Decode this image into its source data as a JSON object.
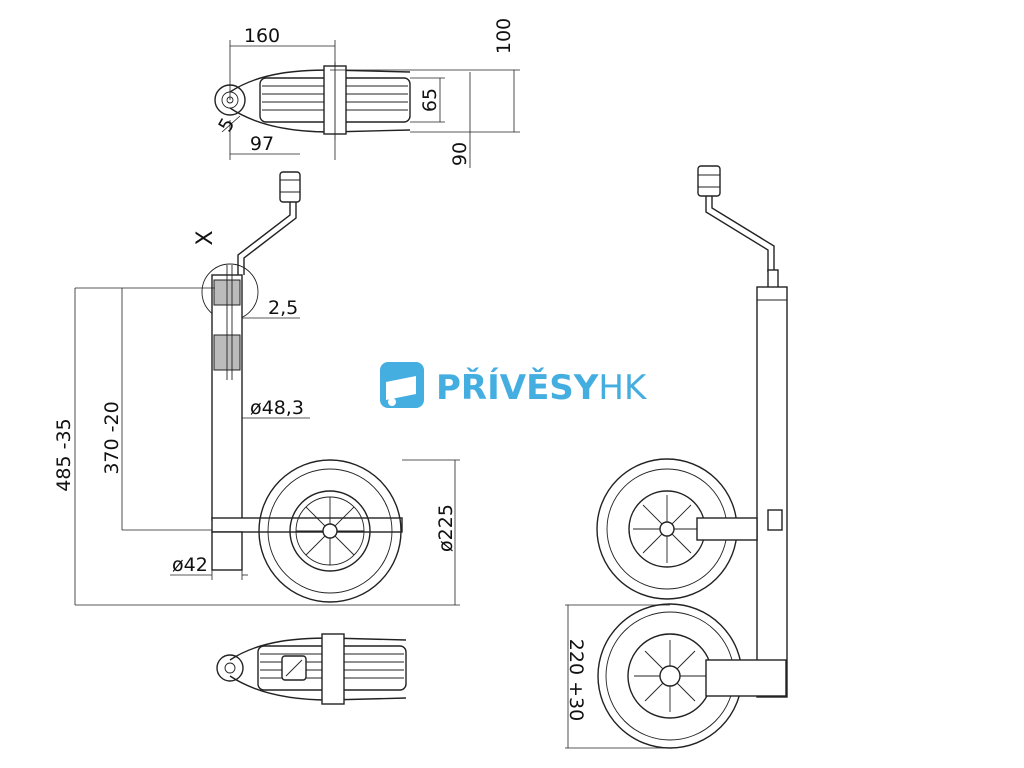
{
  "brand": {
    "name_bold": "PŘÍVĚSY",
    "name_light": "HK",
    "color": "#45aee0"
  },
  "dimensions": {
    "d160": "160",
    "d100": "100",
    "d65": "65",
    "d5": "5",
    "d90": "90",
    "d97": "97",
    "x_label": "X",
    "d2_5": "2,5",
    "d48_3": "ø48,3",
    "d485": "485 -35",
    "d370": "370 -20",
    "d225": "ø225",
    "d42": "ø42",
    "d220": "220 +30"
  }
}
